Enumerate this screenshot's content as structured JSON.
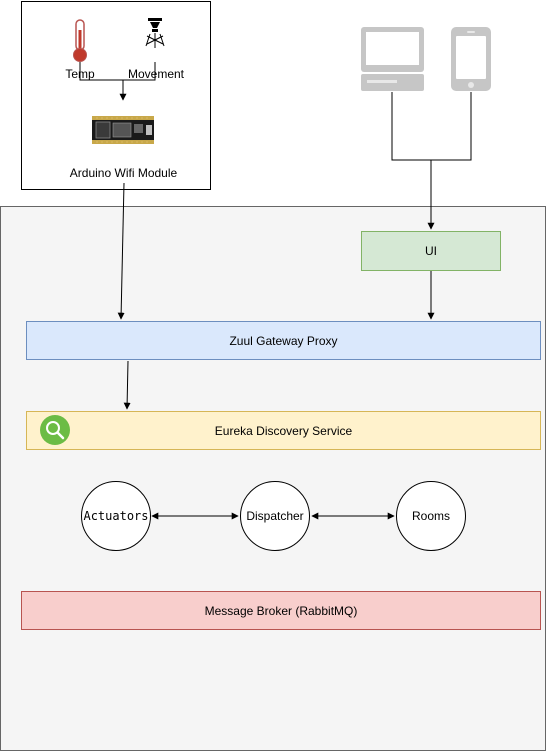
{
  "iot": {
    "temp_label": "Temp",
    "movement_label": "Movement",
    "module_label": "Arduino Wifi Module"
  },
  "components": {
    "ui": "UI",
    "zuul": "Zuul Gateway Proxy",
    "eureka": "Eureka Discovery Service",
    "actuators": "Actuators",
    "dispatcher": "Dispatcher",
    "rooms": "Rooms",
    "broker": "Message Broker (RabbitMQ)"
  },
  "icons": {
    "thermometer": "thermometer-icon",
    "motion_sensor": "motion-sensor-icon",
    "arduino_board": "arduino-board-icon",
    "desktop": "desktop-computer-icon",
    "phone": "mobile-phone-icon",
    "search": "search-icon"
  },
  "colors": {
    "ui_fill": "#d5e8d4",
    "zuul_fill": "#dae8fc",
    "eureka_fill": "#fff2cc",
    "broker_fill": "#f8cecc",
    "search_icon": "#6cbc45"
  }
}
